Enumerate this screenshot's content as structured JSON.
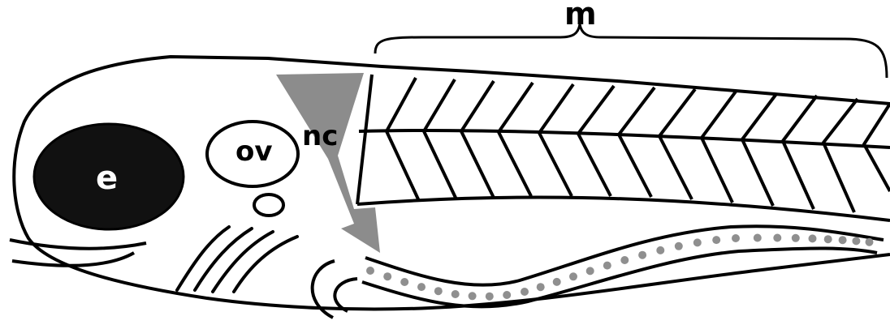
{
  "labels": {
    "muscle": "m",
    "neural_crest": "nc",
    "otic_vesicle": "ov",
    "eye": "e"
  },
  "colors": {
    "outline": "#000000",
    "eye_fill": "#111111",
    "arrow": "#8c8c8c",
    "gut_dots": "#8f8f8f",
    "background": "#ffffff"
  }
}
